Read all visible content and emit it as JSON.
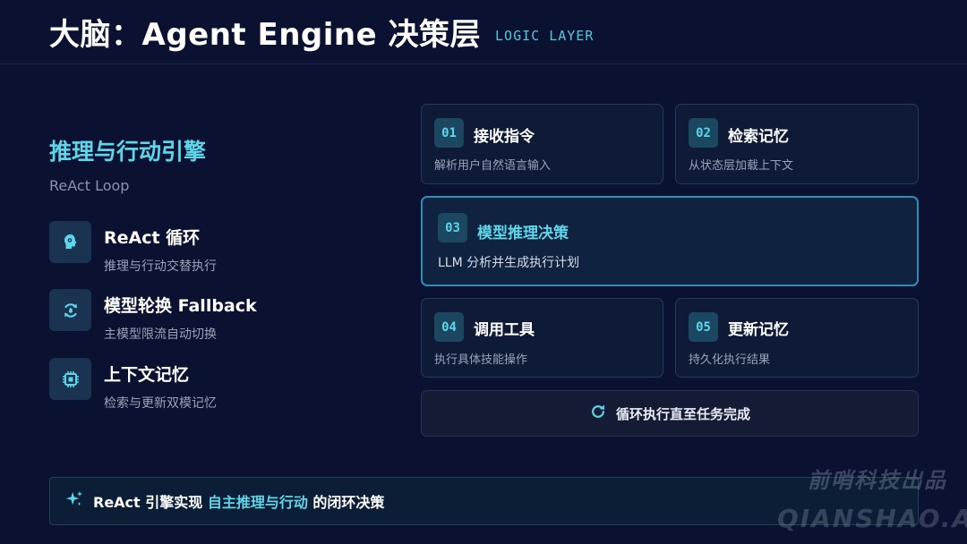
{
  "header": {
    "title": "大脑：Agent Engine 决策层",
    "subtitle": "LOGIC LAYER"
  },
  "left": {
    "title": "推理与行动引擎",
    "subtitle": "ReAct Loop",
    "features": [
      {
        "icon": "brain-head-icon",
        "name": "ReAct 循环",
        "desc": "推理与行动交替执行"
      },
      {
        "icon": "fallback-cycle-icon",
        "name": "模型轮换 Fallback",
        "desc": "主模型限流自动切换"
      },
      {
        "icon": "memory-chip-icon",
        "name": "上下文记忆",
        "desc": "检索与更新双模记忆"
      }
    ]
  },
  "steps": [
    {
      "num": "01",
      "name": "接收指令",
      "desc": "解析用户自然语言输入"
    },
    {
      "num": "02",
      "name": "检索记忆",
      "desc": "从状态层加载上下文"
    },
    {
      "num": "03",
      "name": "模型推理决策",
      "desc": "LLM 分析并生成执行计划"
    },
    {
      "num": "04",
      "name": "调用工具",
      "desc": "执行具体技能操作"
    },
    {
      "num": "05",
      "name": "更新记忆",
      "desc": "持久化执行结果"
    }
  ],
  "loop": {
    "icon": "refresh-icon",
    "label": "循环执行直至任务完成"
  },
  "banner": {
    "icon": "sparkle-icon",
    "prefix": "ReAct 引擎实现 ",
    "highlight": "自主推理与行动",
    "suffix": " 的闭环决策"
  },
  "watermark": {
    "line1": "前哨科技出品",
    "line2": "QIANSHAO.AI"
  },
  "colors": {
    "background": "#0b1130",
    "accent": "#5ed6ea",
    "card": "#0f1a36"
  }
}
